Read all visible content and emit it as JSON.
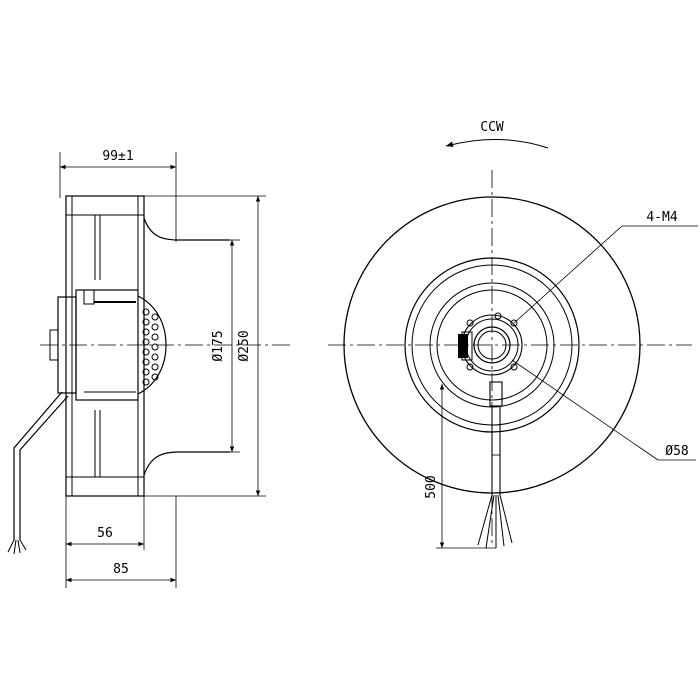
{
  "side_view": {
    "width_label": "99±1",
    "inner_dia_label": "Ø175",
    "outer_dia_label": "Ø250",
    "hub_depth_label": "56",
    "overall_depth_label": "85"
  },
  "front_view": {
    "rotation_label": "CCW",
    "mount_holes_label": "4-M4",
    "hub_dia_label": "Ø58",
    "cable_length_label": "500"
  }
}
